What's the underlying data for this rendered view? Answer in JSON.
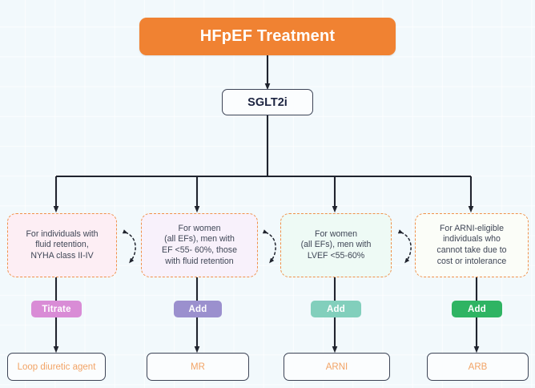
{
  "diagram": {
    "title": "HFpEF Treatment",
    "background_color": "#f2f9fc",
    "root": {
      "label": "HFpEF Treatment",
      "color": "#f08232"
    },
    "stage": {
      "label": "SGLT2i"
    },
    "criteria": [
      {
        "id": "crit-fluid-retention",
        "text": "For individuals with\nfluid retention,\nNYHA class II-IV",
        "fill": "#fdeef4",
        "border": "#f0914a"
      },
      {
        "id": "crit-women-ef-fluid",
        "text": "For women\n(all EFs), men with\nEF <55- 60%, those\nwith fluid retention",
        "fill": "#f8f1fb",
        "border": "#f0914a"
      },
      {
        "id": "crit-women-lvef",
        "text": "For women\n(all EFs), men with\nLVEF <55-60%",
        "fill": "#eefaf5",
        "border": "#f0914a"
      },
      {
        "id": "crit-arni-ineligible",
        "text": "For ARNI-eligible\nindividuals who\ncannot take due to\ncost or intolerance",
        "fill": "#fbfdf8",
        "border": "#f0914a"
      }
    ],
    "actions": [
      {
        "id": "action-titrate",
        "label": "Titrate",
        "color": "#d98cd6"
      },
      {
        "id": "action-add-mr",
        "label": "Add",
        "color": "#9b90ce"
      },
      {
        "id": "action-add-arni",
        "label": "Add",
        "color": "#82cfbc"
      },
      {
        "id": "action-add-arb",
        "label": "Add",
        "color": "#2fb463"
      }
    ],
    "drugs": [
      {
        "id": "drug-loop-diuretic",
        "label": "Loop diuretic agent"
      },
      {
        "id": "drug-mr",
        "label": "MR"
      },
      {
        "id": "drug-arni",
        "label": "ARNI"
      },
      {
        "id": "drug-arb",
        "label": "ARB"
      }
    ],
    "links": [
      {
        "from": "crit-fluid-retention",
        "to": "crit-women-ef-fluid",
        "style": "dotted-bidirectional"
      },
      {
        "from": "crit-women-ef-fluid",
        "to": "crit-women-lvef",
        "style": "dotted-bidirectional"
      },
      {
        "from": "crit-women-lvef",
        "to": "crit-arni-ineligible",
        "style": "dotted-bidirectional"
      }
    ]
  }
}
